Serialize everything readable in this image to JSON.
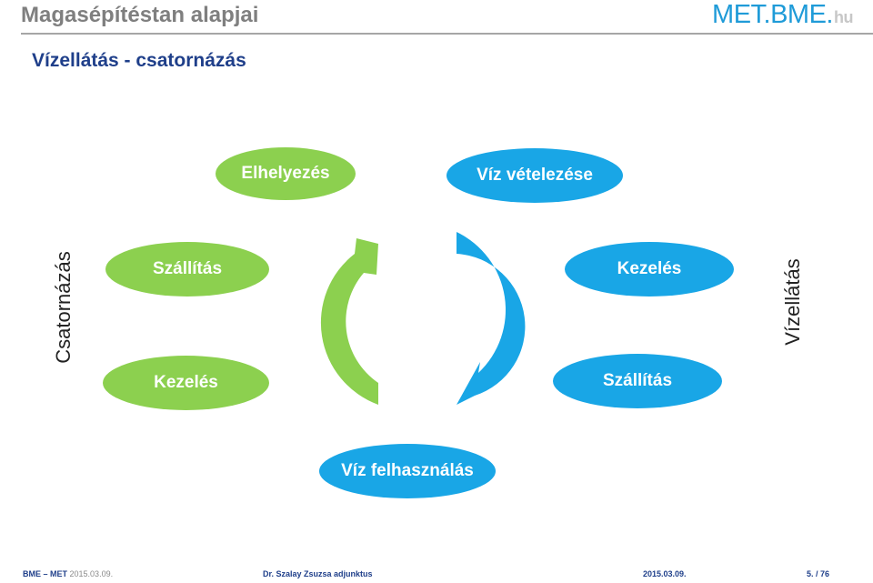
{
  "header": {
    "title": "Magasépítéstan alapjai",
    "logo_main": "MET.BME.",
    "logo_suffix": "hu"
  },
  "slide_title": "Vízellátás - csatornázás",
  "diagram": {
    "left_side_label": "Csatornázás",
    "right_side_label": "Vízellátás",
    "nodes": {
      "top_green": "Elhelyezés",
      "top_blue": "Víz vételezése",
      "left_upper": "Szállítás",
      "left_lower": "Kezelés",
      "right_upper": "Kezelés",
      "right_lower": "Szállítás",
      "bottom": "Víz felhasználás"
    },
    "colors": {
      "green": "#8cd04f",
      "blue": "#19a6e6"
    }
  },
  "footer": {
    "org": "BME – MET",
    "date_left": "2015.03.09.",
    "author": "Dr. Szalay Zsuzsa adjunktus",
    "date_right": "2015.03.09.",
    "page": "5.",
    "total": "/ 76"
  }
}
